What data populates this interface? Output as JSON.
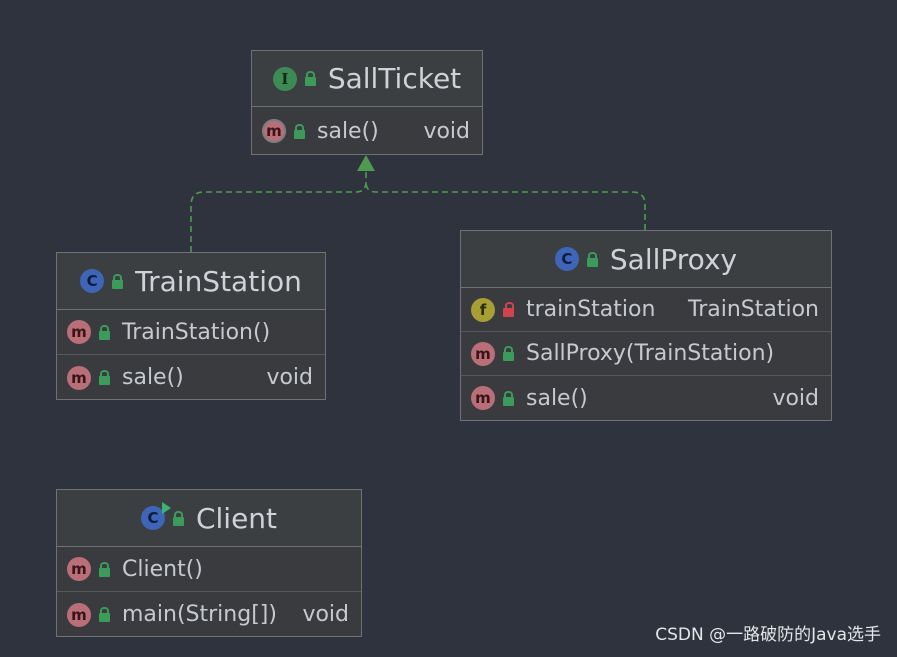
{
  "classes": {
    "sallticket": {
      "badge": "I",
      "name": "SallTicket",
      "members": [
        {
          "badge": "m",
          "name": "sale()",
          "type": "void"
        }
      ]
    },
    "trainstation": {
      "badge": "C",
      "name": "TrainStation",
      "members": [
        {
          "badge": "m",
          "name": "TrainStation()",
          "type": ""
        },
        {
          "badge": "m",
          "name": "sale()",
          "type": "void"
        }
      ]
    },
    "sallproxy": {
      "badge": "C",
      "name": "SallProxy",
      "members": [
        {
          "badge": "f",
          "name": "trainStation",
          "type": "TrainStation"
        },
        {
          "badge": "m",
          "name": "SallProxy(TrainStation)",
          "type": ""
        },
        {
          "badge": "m",
          "name": "sale()",
          "type": "void"
        }
      ]
    },
    "client": {
      "badge": "C",
      "name": "Client",
      "members": [
        {
          "badge": "m",
          "name": "Client()",
          "type": ""
        },
        {
          "badge": "m",
          "name": "main(String[])",
          "type": "void"
        }
      ]
    }
  },
  "colors": {
    "background": "#2f333d",
    "edge": "#4e9a4e",
    "interface_badge": "#3e8a55",
    "class_badge": "#3f65b8",
    "method_badge": "#b86f78",
    "field_badge": "#a79e36"
  },
  "icons": {
    "public": "unlocked-padlock-icon",
    "private": "locked-padlock-icon"
  },
  "watermark": "CSDN @一路破防的Java选手"
}
